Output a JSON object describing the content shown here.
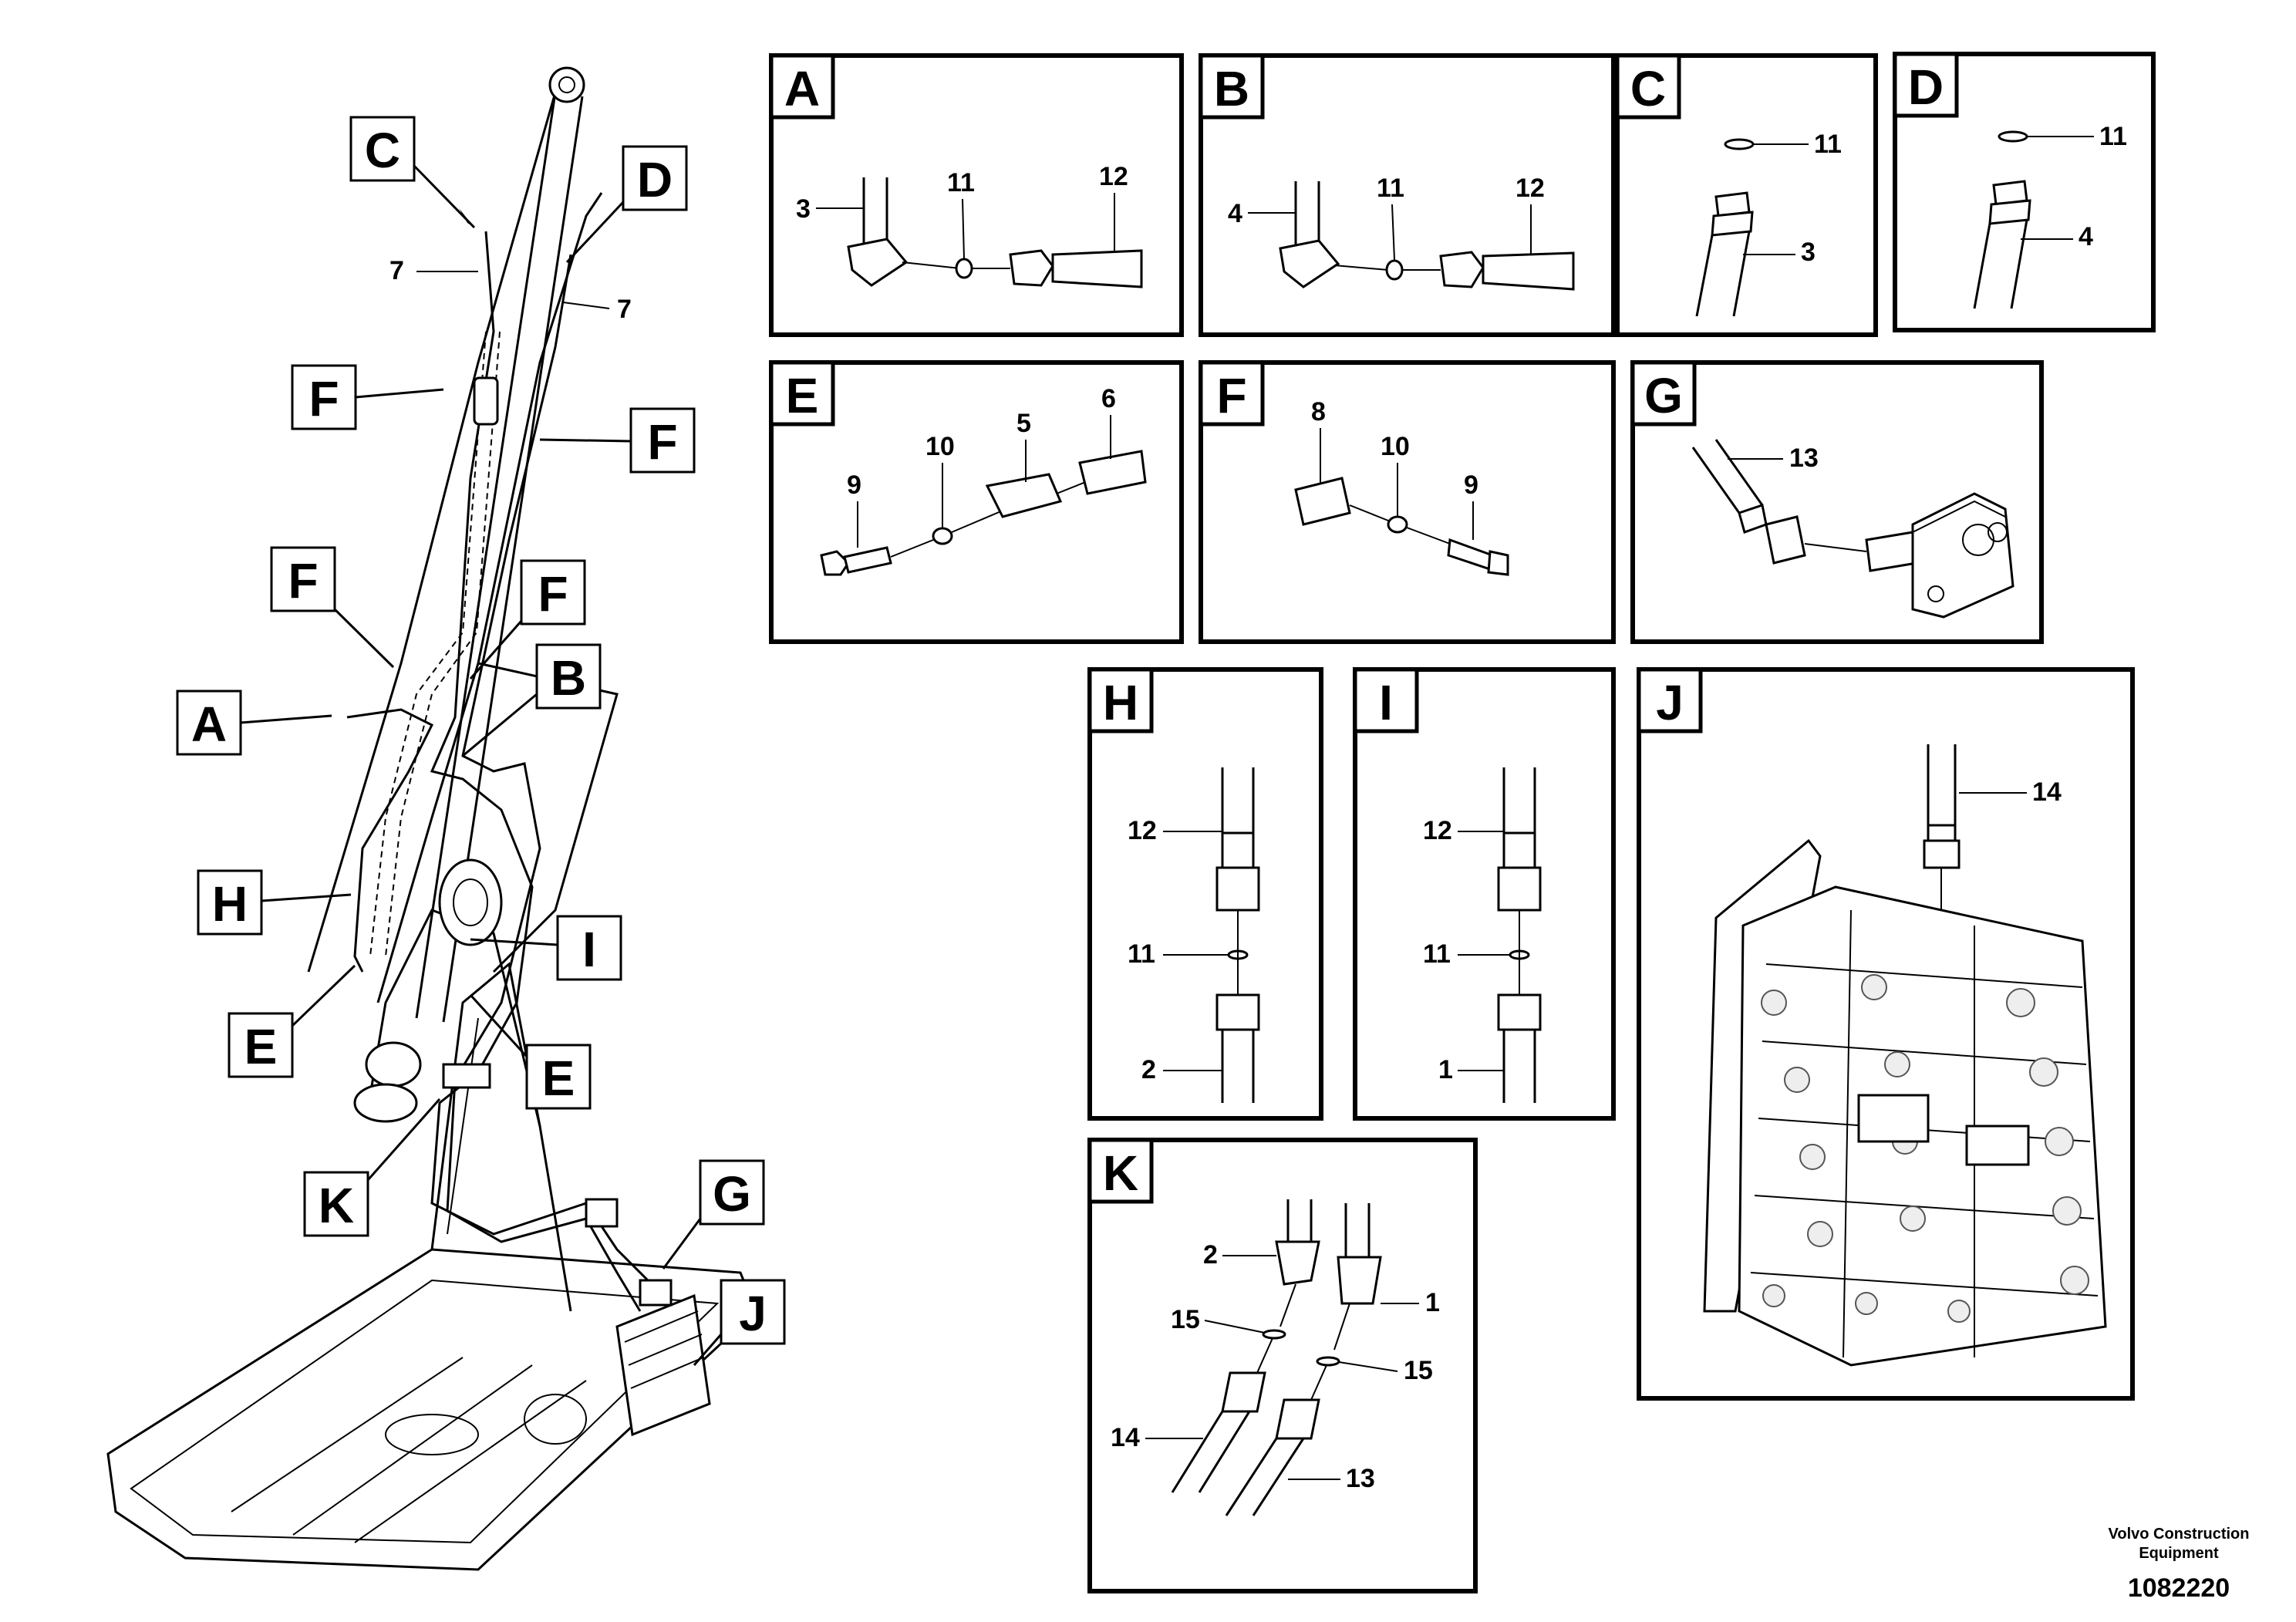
{
  "overview_callouts": {
    "c": "C",
    "d": "D",
    "f1": "F",
    "f2": "F",
    "f3": "F",
    "f4": "F",
    "a": "A",
    "b": "B",
    "h": "H",
    "i": "I",
    "e1": "E",
    "e2": "E",
    "k": "K",
    "g": "G",
    "j": "J",
    "n7a": "7",
    "n7b": "7"
  },
  "panels": {
    "A": {
      "title": "A",
      "n1": "3",
      "n2": "11",
      "n3": "12"
    },
    "B": {
      "title": "B",
      "n1": "4",
      "n2": "11",
      "n3": "12"
    },
    "C": {
      "title": "C",
      "n1": "11",
      "n2": "3"
    },
    "D": {
      "title": "D",
      "n1": "11",
      "n2": "4"
    },
    "E": {
      "title": "E",
      "n1": "9",
      "n2": "10",
      "n3": "5",
      "n4": "6"
    },
    "F": {
      "title": "F",
      "n1": "8",
      "n2": "10",
      "n3": "9"
    },
    "G": {
      "title": "G",
      "n1": "13"
    },
    "H": {
      "title": "H",
      "n1": "12",
      "n2": "11",
      "n3": "2"
    },
    "I": {
      "title": "I",
      "n1": "12",
      "n2": "11",
      "n3": "1"
    },
    "J": {
      "title": "J",
      "n1": "14"
    },
    "K": {
      "title": "K",
      "n1": "2",
      "n2": "1",
      "n3": "15",
      "n4": "15",
      "n5": "14",
      "n6": "13"
    }
  },
  "footer": {
    "brand_line1": "Volvo Construction",
    "brand_line2": "Equipment",
    "drawing_number": "1082220"
  }
}
